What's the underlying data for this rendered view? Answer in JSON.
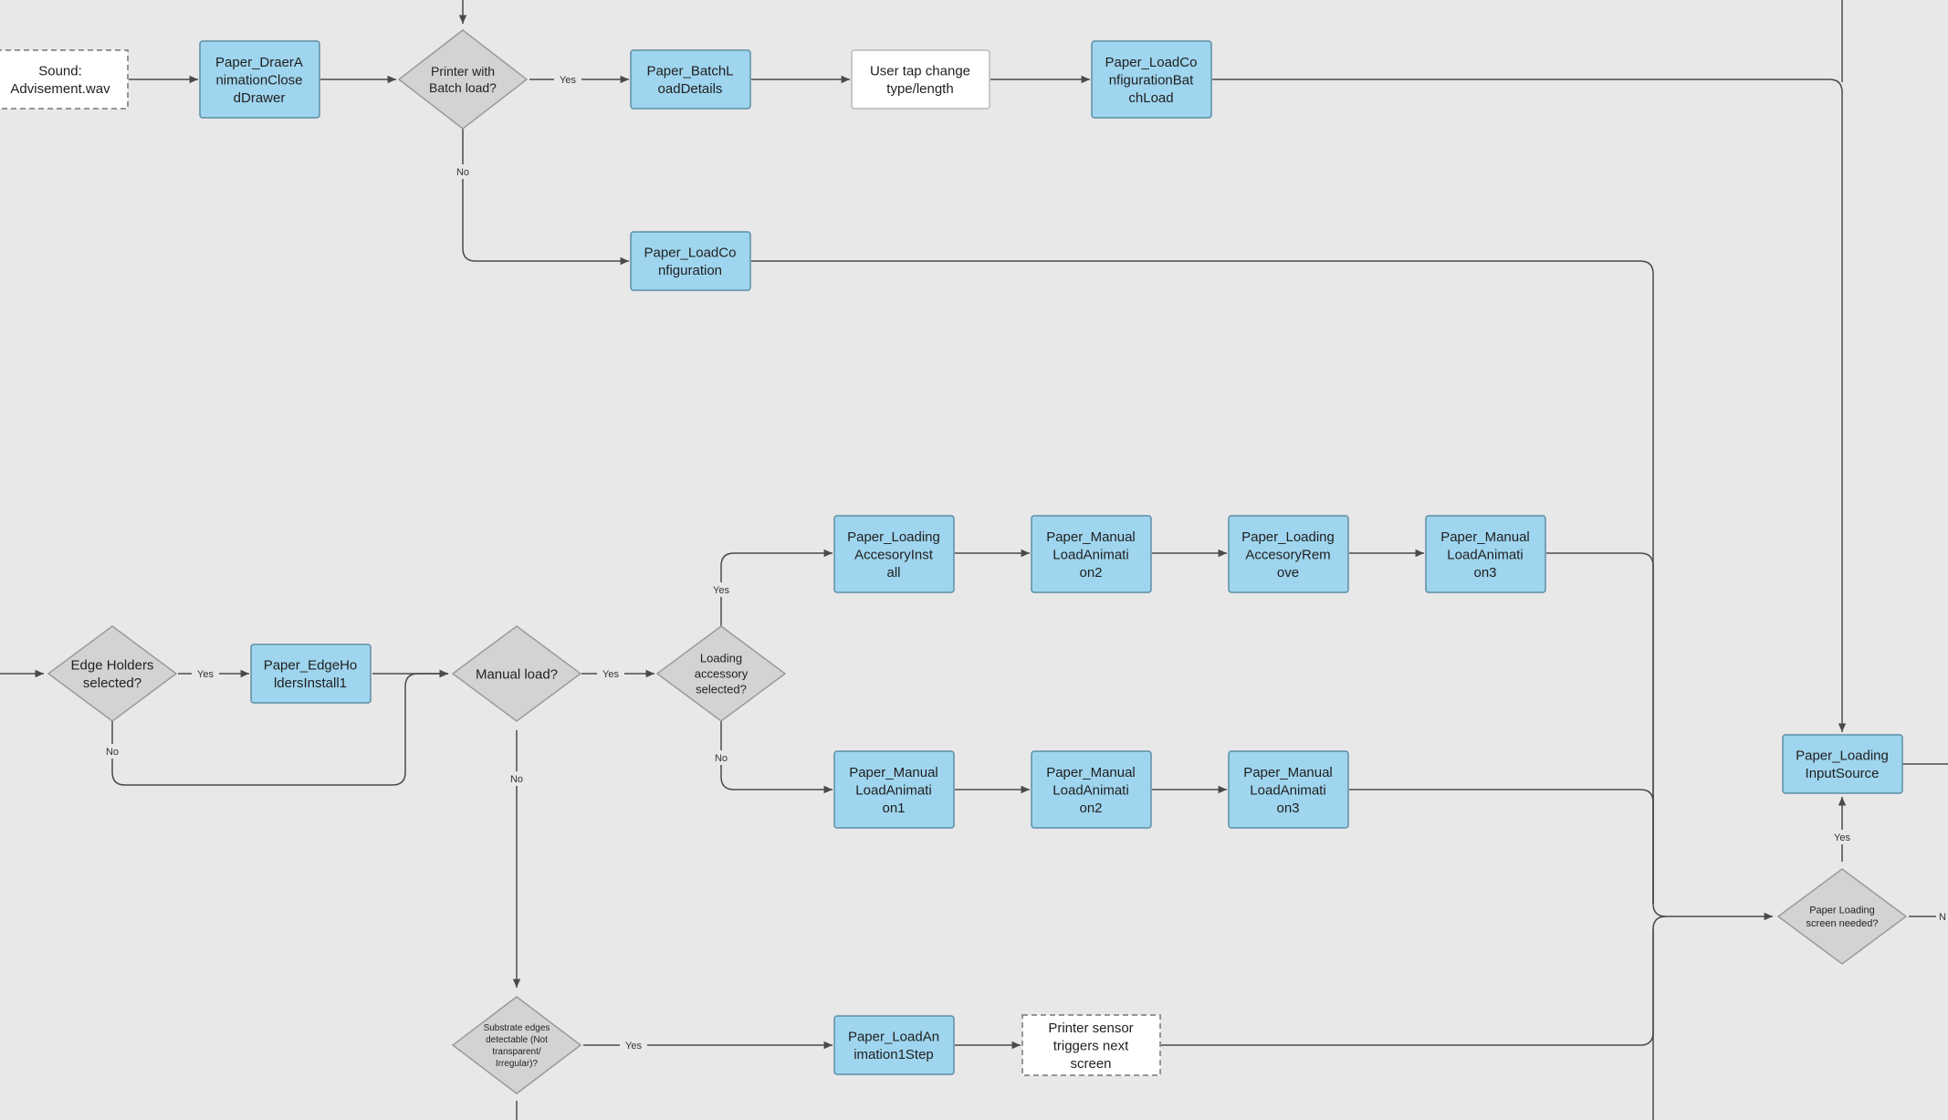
{
  "nodes": [
    {
      "id": "sound",
      "kind": "dashed",
      "lines": [
        "Sound:",
        "Advisement.wav"
      ]
    },
    {
      "id": "drawer",
      "kind": "blue",
      "lines": [
        "Paper_DraerA",
        "nimationClose",
        "dDrawer"
      ]
    },
    {
      "id": "batchq",
      "kind": "diamond",
      "lines": [
        "Printer with",
        "Batch load?"
      ]
    },
    {
      "id": "batchdetails",
      "kind": "blue",
      "lines": [
        "Paper_BatchL",
        "oadDetails"
      ]
    },
    {
      "id": "usertap",
      "kind": "white",
      "lines": [
        "User tap change",
        "type/length"
      ]
    },
    {
      "id": "cfgbatch",
      "kind": "blue",
      "lines": [
        "Paper_LoadCo",
        "nfigurationBat",
        "chLoad"
      ]
    },
    {
      "id": "loadcfg",
      "kind": "blue",
      "lines": [
        "Paper_LoadCo",
        "nfiguration"
      ]
    },
    {
      "id": "edgeq",
      "kind": "diamond",
      "lines": [
        "Edge Holders",
        "selected?"
      ]
    },
    {
      "id": "edgeinstall",
      "kind": "blue",
      "lines": [
        "Paper_EdgeHo",
        "ldersInstall1"
      ]
    },
    {
      "id": "manualq",
      "kind": "diamond",
      "lines": [
        "Manual load?"
      ]
    },
    {
      "id": "accq",
      "kind": "diamond",
      "lines": [
        "Loading",
        "accessory",
        "selected?"
      ]
    },
    {
      "id": "accinstall",
      "kind": "blue",
      "lines": [
        "Paper_Loading",
        "AccesoryInst",
        "all"
      ]
    },
    {
      "id": "manual2a",
      "kind": "blue",
      "lines": [
        "Paper_Manual",
        "LoadAnimati",
        "on2"
      ]
    },
    {
      "id": "accremove",
      "kind": "blue",
      "lines": [
        "Paper_Loading",
        "AccesoryRem",
        "ove"
      ]
    },
    {
      "id": "manual3a",
      "kind": "blue",
      "lines": [
        "Paper_Manual",
        "LoadAnimati",
        "on3"
      ]
    },
    {
      "id": "manual1b",
      "kind": "blue",
      "lines": [
        "Paper_Manual",
        "LoadAnimati",
        "on1"
      ]
    },
    {
      "id": "manual2b",
      "kind": "blue",
      "lines": [
        "Paper_Manual",
        "LoadAnimati",
        "on2"
      ]
    },
    {
      "id": "manual3b",
      "kind": "blue",
      "lines": [
        "Paper_Manual",
        "LoadAnimati",
        "on3"
      ]
    },
    {
      "id": "inputsource",
      "kind": "blue",
      "lines": [
        "Paper_Loading",
        "InputSource"
      ]
    },
    {
      "id": "screenq",
      "kind": "diamond",
      "lines": [
        "Paper Loading",
        "screen needed?"
      ]
    },
    {
      "id": "substrateq",
      "kind": "diamond",
      "lines": [
        "Substrate edges",
        "detectable (Not",
        "transparent/",
        "Irregular)?"
      ]
    },
    {
      "id": "anim1step",
      "kind": "blue",
      "lines": [
        "Paper_LoadAn",
        "imation1Step"
      ]
    },
    {
      "id": "sensor",
      "kind": "dashed",
      "lines": [
        "Printer sensor",
        "triggers next",
        "screen"
      ]
    }
  ],
  "edge_labels": {
    "batch_yes": "Yes",
    "batch_no": "No",
    "edge_yes": "Yes",
    "edge_no": "No",
    "manual_yes": "Yes",
    "manual_no": "No",
    "acc_yes": "Yes",
    "acc_no": "No",
    "screen_yes": "Yes",
    "screen_no": "N",
    "substrate_yes": "Yes"
  }
}
